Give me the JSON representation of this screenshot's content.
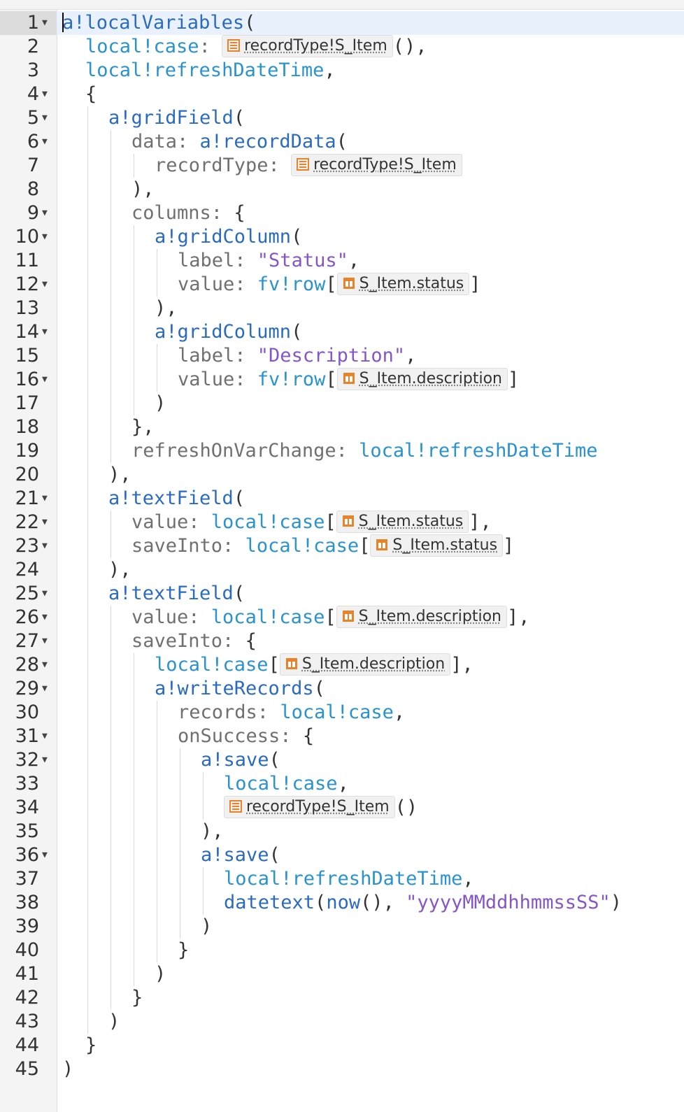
{
  "editor": {
    "lines": [
      {
        "n": "1",
        "fold": true,
        "indent": 0,
        "tokens": [
          [
            "k",
            "a!localVariables"
          ],
          [
            "p",
            "("
          ]
        ]
      },
      {
        "n": "2",
        "fold": false,
        "indent": 1,
        "tokens": [
          [
            "v",
            "local!case"
          ],
          [
            "kw",
            ": "
          ],
          [
            "chip",
            "recordType!S_Item",
            "record"
          ],
          [
            "p",
            "(),"
          ]
        ]
      },
      {
        "n": "3",
        "fold": false,
        "indent": 1,
        "tokens": [
          [
            "v",
            "local!refreshDateTime"
          ],
          [
            "p",
            ","
          ]
        ]
      },
      {
        "n": "4",
        "fold": true,
        "indent": 1,
        "tokens": [
          [
            "p",
            "{"
          ]
        ]
      },
      {
        "n": "5",
        "fold": true,
        "indent": 2,
        "tokens": [
          [
            "k",
            "a!gridField"
          ],
          [
            "p",
            "("
          ]
        ]
      },
      {
        "n": "6",
        "fold": true,
        "indent": 3,
        "tokens": [
          [
            "kw",
            "data: "
          ],
          [
            "k",
            "a!recordData"
          ],
          [
            "p",
            "("
          ]
        ]
      },
      {
        "n": "7",
        "fold": false,
        "indent": 4,
        "tokens": [
          [
            "kw",
            "recordType: "
          ],
          [
            "chip",
            "recordType!S_Item",
            "record"
          ]
        ]
      },
      {
        "n": "8",
        "fold": false,
        "indent": 3,
        "tokens": [
          [
            "p",
            "),"
          ]
        ]
      },
      {
        "n": "9",
        "fold": true,
        "indent": 3,
        "tokens": [
          [
            "kw",
            "columns: "
          ],
          [
            "p",
            "{"
          ]
        ]
      },
      {
        "n": "10",
        "fold": true,
        "indent": 4,
        "tokens": [
          [
            "k",
            "a!gridColumn"
          ],
          [
            "p",
            "("
          ]
        ]
      },
      {
        "n": "11",
        "fold": false,
        "indent": 5,
        "tokens": [
          [
            "kw",
            "label: "
          ],
          [
            "s",
            "\"Status\""
          ],
          [
            "p",
            ","
          ]
        ]
      },
      {
        "n": "12",
        "fold": true,
        "indent": 5,
        "tokens": [
          [
            "kw",
            "value: "
          ],
          [
            "v",
            "fv!row"
          ],
          [
            "p",
            "["
          ],
          [
            "chip",
            "S_Item.status",
            "field"
          ],
          [
            "p",
            "]"
          ]
        ]
      },
      {
        "n": "13",
        "fold": false,
        "indent": 4,
        "tokens": [
          [
            "p",
            "),"
          ]
        ]
      },
      {
        "n": "14",
        "fold": true,
        "indent": 4,
        "tokens": [
          [
            "k",
            "a!gridColumn"
          ],
          [
            "p",
            "("
          ]
        ]
      },
      {
        "n": "15",
        "fold": false,
        "indent": 5,
        "tokens": [
          [
            "kw",
            "label: "
          ],
          [
            "s",
            "\"Description\""
          ],
          [
            "p",
            ","
          ]
        ]
      },
      {
        "n": "16",
        "fold": true,
        "indent": 5,
        "tokens": [
          [
            "kw",
            "value: "
          ],
          [
            "v",
            "fv!row"
          ],
          [
            "p",
            "["
          ],
          [
            "chip",
            "S_Item.description",
            "field"
          ],
          [
            "p",
            "]"
          ]
        ]
      },
      {
        "n": "17",
        "fold": false,
        "indent": 4,
        "tokens": [
          [
            "p",
            ")"
          ]
        ]
      },
      {
        "n": "18",
        "fold": false,
        "indent": 3,
        "tokens": [
          [
            "p",
            "},"
          ]
        ]
      },
      {
        "n": "19",
        "fold": false,
        "indent": 3,
        "tokens": [
          [
            "kw",
            "refreshOnVarChange: "
          ],
          [
            "v",
            "local!refreshDateTime"
          ]
        ]
      },
      {
        "n": "20",
        "fold": false,
        "indent": 2,
        "tokens": [
          [
            "p",
            "),"
          ]
        ]
      },
      {
        "n": "21",
        "fold": true,
        "indent": 2,
        "tokens": [
          [
            "k",
            "a!textField"
          ],
          [
            "p",
            "("
          ]
        ]
      },
      {
        "n": "22",
        "fold": true,
        "indent": 3,
        "tokens": [
          [
            "kw",
            "value: "
          ],
          [
            "v",
            "local!case"
          ],
          [
            "p",
            "["
          ],
          [
            "chip",
            "S_Item.status",
            "field"
          ],
          [
            "p",
            "],"
          ]
        ]
      },
      {
        "n": "23",
        "fold": true,
        "indent": 3,
        "tokens": [
          [
            "kw",
            "saveInto: "
          ],
          [
            "v",
            "local!case"
          ],
          [
            "p",
            "["
          ],
          [
            "chip",
            "S_Item.status",
            "field"
          ],
          [
            "p",
            "]"
          ]
        ]
      },
      {
        "n": "24",
        "fold": false,
        "indent": 2,
        "tokens": [
          [
            "p",
            "),"
          ]
        ]
      },
      {
        "n": "25",
        "fold": true,
        "indent": 2,
        "tokens": [
          [
            "k",
            "a!textField"
          ],
          [
            "p",
            "("
          ]
        ]
      },
      {
        "n": "26",
        "fold": true,
        "indent": 3,
        "tokens": [
          [
            "kw",
            "value: "
          ],
          [
            "v",
            "local!case"
          ],
          [
            "p",
            "["
          ],
          [
            "chip",
            "S_Item.description",
            "field"
          ],
          [
            "p",
            "],"
          ]
        ]
      },
      {
        "n": "27",
        "fold": true,
        "indent": 3,
        "tokens": [
          [
            "kw",
            "saveInto: "
          ],
          [
            "p",
            "{"
          ]
        ]
      },
      {
        "n": "28",
        "fold": true,
        "indent": 4,
        "tokens": [
          [
            "v",
            "local!case"
          ],
          [
            "p",
            "["
          ],
          [
            "chip",
            "S_Item.description",
            "field"
          ],
          [
            "p",
            "],"
          ]
        ]
      },
      {
        "n": "29",
        "fold": true,
        "indent": 4,
        "tokens": [
          [
            "k",
            "a!writeRecords"
          ],
          [
            "p",
            "("
          ]
        ]
      },
      {
        "n": "30",
        "fold": false,
        "indent": 5,
        "tokens": [
          [
            "kw",
            "records: "
          ],
          [
            "v",
            "local!case"
          ],
          [
            "p",
            ","
          ]
        ]
      },
      {
        "n": "31",
        "fold": true,
        "indent": 5,
        "tokens": [
          [
            "kw",
            "onSuccess: "
          ],
          [
            "p",
            "{"
          ]
        ]
      },
      {
        "n": "32",
        "fold": true,
        "indent": 6,
        "tokens": [
          [
            "k",
            "a!save"
          ],
          [
            "p",
            "("
          ]
        ]
      },
      {
        "n": "33",
        "fold": false,
        "indent": 7,
        "tokens": [
          [
            "v",
            "local!case"
          ],
          [
            "p",
            ","
          ]
        ]
      },
      {
        "n": "34",
        "fold": false,
        "indent": 7,
        "tokens": [
          [
            "chip",
            "recordType!S_Item",
            "record"
          ],
          [
            "p",
            "()"
          ]
        ]
      },
      {
        "n": "35",
        "fold": false,
        "indent": 6,
        "tokens": [
          [
            "p",
            "),"
          ]
        ]
      },
      {
        "n": "36",
        "fold": true,
        "indent": 6,
        "tokens": [
          [
            "k",
            "a!save"
          ],
          [
            "p",
            "("
          ]
        ]
      },
      {
        "n": "37",
        "fold": false,
        "indent": 7,
        "tokens": [
          [
            "v",
            "local!refreshDateTime"
          ],
          [
            "p",
            ","
          ]
        ]
      },
      {
        "n": "38",
        "fold": false,
        "indent": 7,
        "tokens": [
          [
            "k",
            "datetext"
          ],
          [
            "p",
            "("
          ],
          [
            "k",
            "now"
          ],
          [
            "p",
            "(), "
          ],
          [
            "s",
            "\"yyyyMMddhhmmssSS\""
          ],
          [
            "p",
            ")"
          ]
        ]
      },
      {
        "n": "39",
        "fold": false,
        "indent": 6,
        "tokens": [
          [
            "p",
            ")"
          ]
        ]
      },
      {
        "n": "40",
        "fold": false,
        "indent": 5,
        "tokens": [
          [
            "p",
            "}"
          ]
        ]
      },
      {
        "n": "41",
        "fold": false,
        "indent": 4,
        "tokens": [
          [
            "p",
            ")"
          ]
        ]
      },
      {
        "n": "42",
        "fold": false,
        "indent": 3,
        "tokens": [
          [
            "p",
            "}"
          ]
        ]
      },
      {
        "n": "43",
        "fold": false,
        "indent": 2,
        "tokens": [
          [
            "p",
            ")"
          ]
        ]
      },
      {
        "n": "44",
        "fold": false,
        "indent": 1,
        "tokens": [
          [
            "p",
            "}"
          ]
        ]
      },
      {
        "n": "45",
        "fold": false,
        "indent": 0,
        "tokens": [
          [
            "p",
            ")"
          ]
        ]
      }
    ],
    "active_line": "1",
    "fold_glyph": "▼",
    "icons": {
      "record": "record-type-icon",
      "field": "record-field-icon"
    },
    "colors": {
      "function": "#2a6bc2",
      "variable": "#2993d0",
      "string": "#8556c8",
      "keyword": "#707070",
      "punctuation": "#333333",
      "icon": "#e8832a"
    }
  }
}
